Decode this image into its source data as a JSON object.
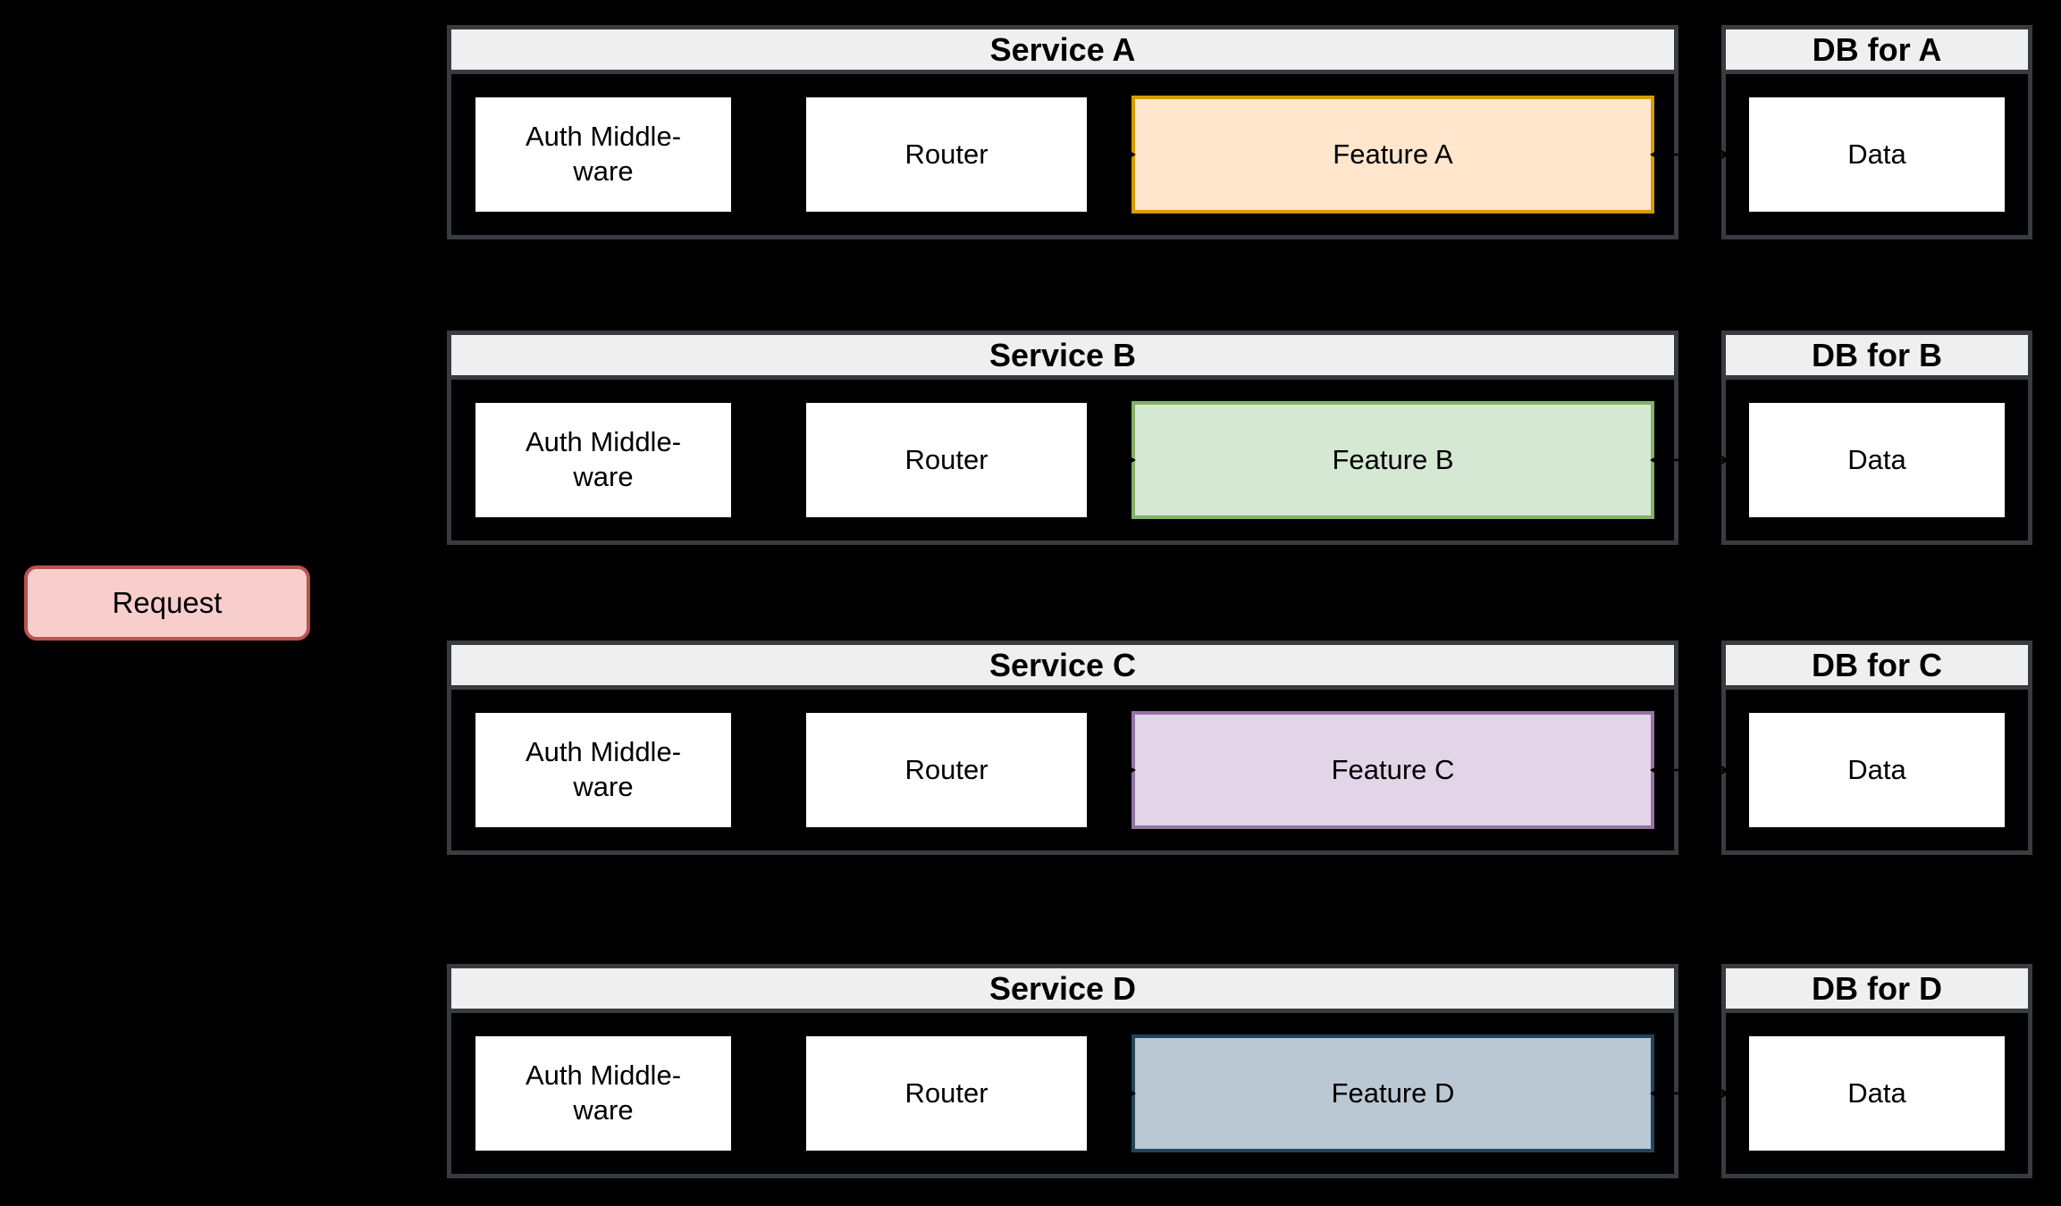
{
  "request": {
    "label": "Request",
    "fill": "#f8cecc",
    "border": "#b85450"
  },
  "services": [
    {
      "key": "a",
      "title": "Service A",
      "auth_label": "Auth Middle-ware",
      "router_label": "Router",
      "feature_label": "Feature A",
      "feature_fill": "#ffe6cc",
      "feature_border": "#d79b00",
      "db_title": "DB for A",
      "data_label": "Data"
    },
    {
      "key": "b",
      "title": "Service B",
      "auth_label": "Auth Middle-ware",
      "router_label": "Router",
      "feature_label": "Feature B",
      "feature_fill": "#d5e8d4",
      "feature_border": "#82b366",
      "db_title": "DB for B",
      "data_label": "Data"
    },
    {
      "key": "c",
      "title": "Service C",
      "auth_label": "Auth Middle-ware",
      "router_label": "Router",
      "feature_label": "Feature C",
      "feature_fill": "#e1d5e7",
      "feature_border": "#9673a6",
      "db_title": "DB for C",
      "data_label": "Data"
    },
    {
      "key": "d",
      "title": "Service D",
      "auth_label": "Auth Middle-ware",
      "router_label": "Router",
      "feature_label": "Feature D",
      "feature_fill": "#bac8d3",
      "feature_border": "#23445d",
      "db_title": "DB for D",
      "data_label": "Data"
    }
  ],
  "colors": {
    "background": "#000000",
    "container_border": "#383c40",
    "header_fill": "#efefef",
    "box_fill": "#ffffff",
    "box_border": "#000000",
    "request_fill": "#f8cecc",
    "request_border": "#b85450",
    "connector": "#000000"
  }
}
